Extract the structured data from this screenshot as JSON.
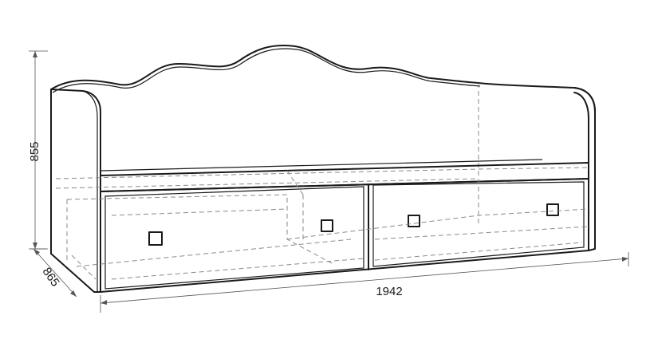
{
  "dimensions": {
    "height": "855",
    "depth": "865",
    "width": "1942"
  },
  "colors": {
    "line": "#1a1a1a",
    "hidden": "#8a8a8a",
    "background": "#ffffff"
  }
}
